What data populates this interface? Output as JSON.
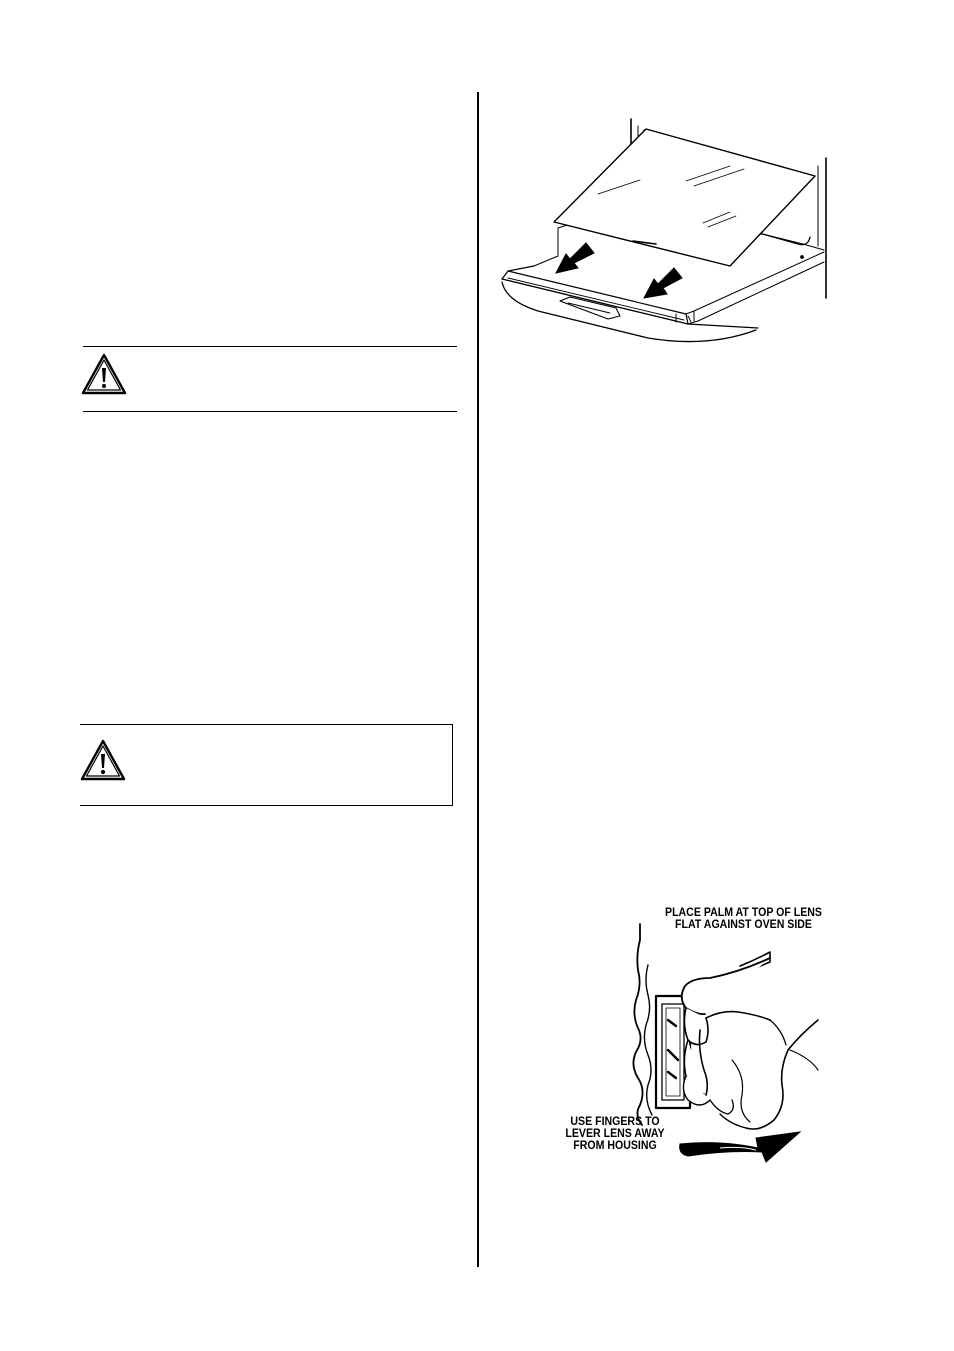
{
  "page": {
    "background": "#ffffff",
    "ink": "#000000"
  },
  "warnings": [
    {
      "icon": "warning-triangle-icon"
    },
    {
      "icon": "warning-triangle-icon"
    }
  ],
  "figures": {
    "oven_glass": {
      "icon": "oven-door-glass-removal-illustration"
    },
    "lamp_lens": {
      "icon": "oven-lamp-lens-removal-illustration",
      "caption_top": "PLACE PALM AT TOP OF LENS\nFLAT AGAINST OVEN SIDE",
      "caption_bottom": "USE FINGERS TO\nLEVER LENS AWAY\nFROM HOUSING"
    }
  }
}
